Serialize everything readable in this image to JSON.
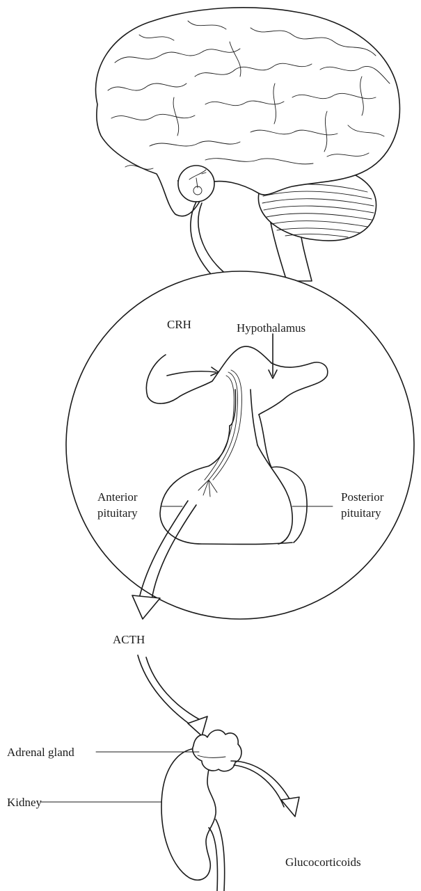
{
  "labels": {
    "crh": "CRH",
    "hypothalamus": "Hypothalamus",
    "anterior_line1": "Anterior",
    "anterior_line2": "pituitary",
    "posterior_line1": "Posterior",
    "posterior_line2": "pituitary",
    "acth": "ACTH",
    "adrenal": "Adrenal gland",
    "kidney": "Kidney",
    "glucocorticoids": "Glucocorticoids"
  },
  "colors": {
    "ink": "#1a1a1a",
    "paper": "#ffffff"
  }
}
